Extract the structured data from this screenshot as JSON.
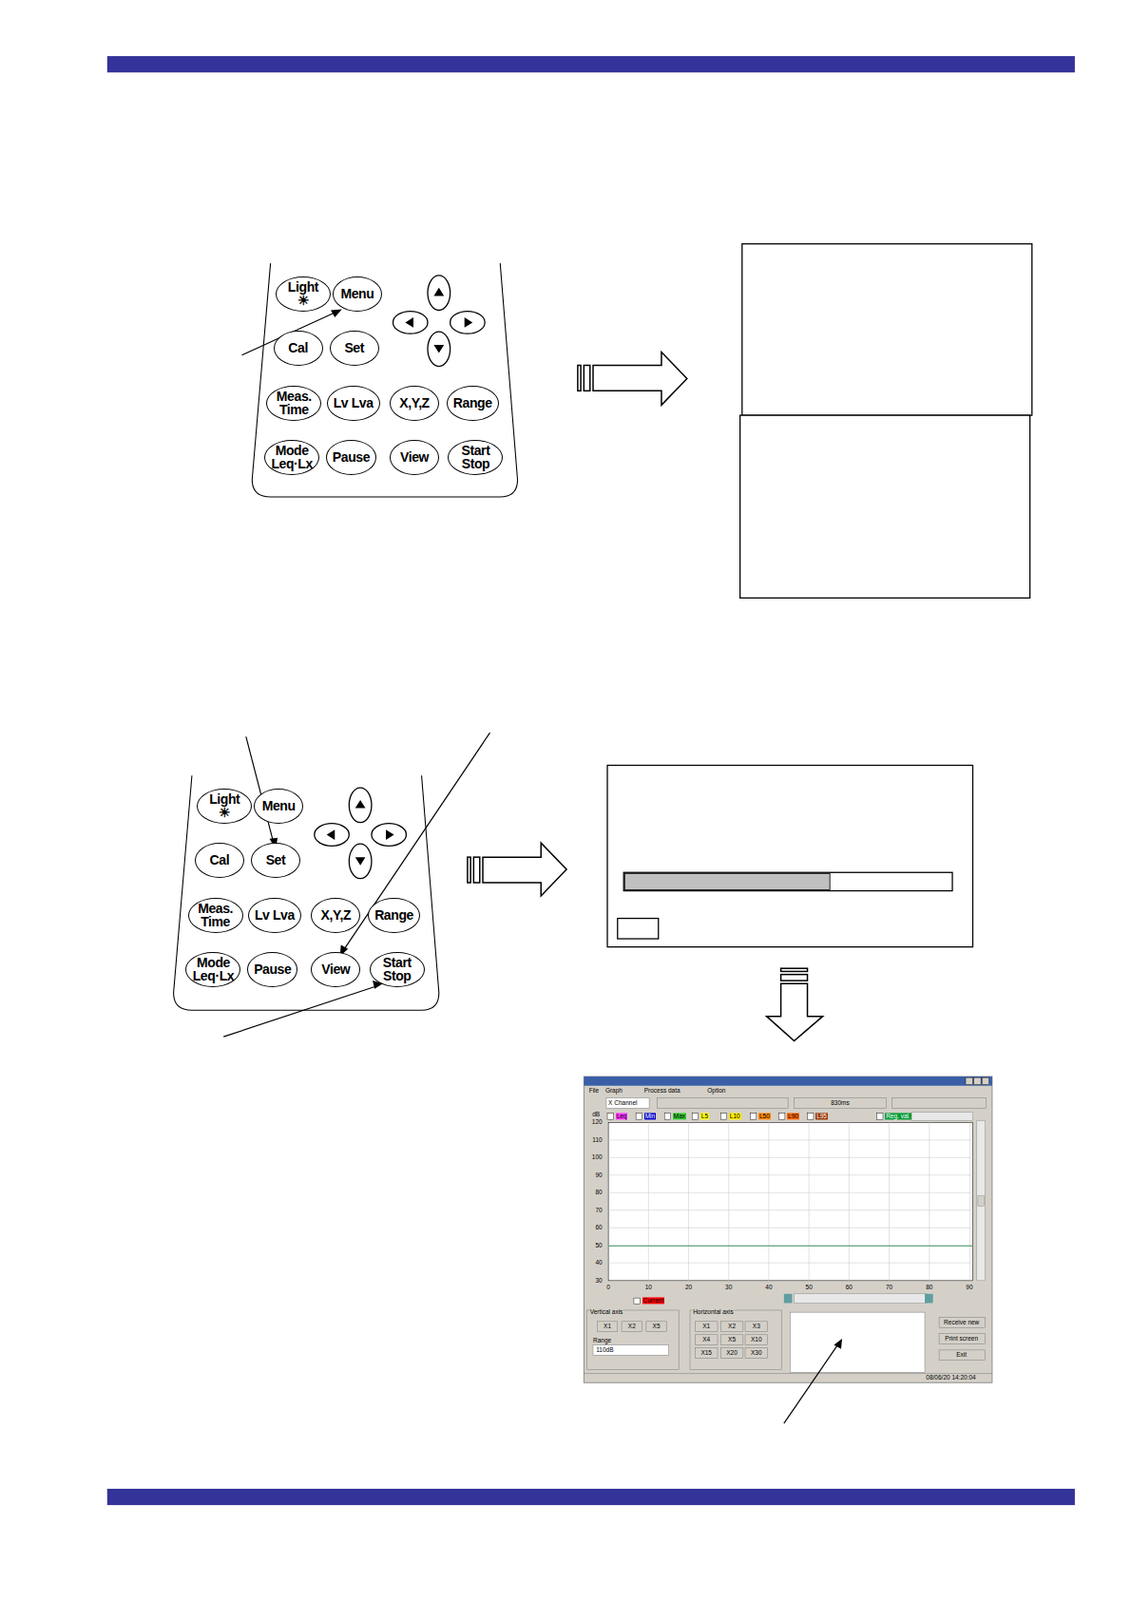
{
  "diagram": {
    "nodes": [
      {
        "text": [
          "Light ☀"
        ]
      },
      {
        "text": [
          "Menu"
        ]
      },
      {
        "text": [
          "Cal"
        ]
      },
      {
        "text": [
          "Set"
        ]
      },
      {
        "text": [
          "Meas. Time"
        ]
      },
      {
        "text": [
          "Lv Lva"
        ]
      },
      {
        "text": [
          "X,Y,Z"
        ]
      },
      {
        "text": [
          "Range"
        ]
      },
      {
        "text": [
          "Mode Leq·Lx"
        ]
      },
      {
        "text": [
          "Pause"
        ]
      },
      {
        "text": [
          "View"
        ]
      },
      {
        "text": [
          "Start Stop"
        ]
      },
      {
        "text": [
          "Light ☀"
        ]
      },
      {
        "text": [
          "Menu"
        ]
      },
      {
        "text": [
          "Cal"
        ]
      },
      {
        "text": [
          "Set"
        ]
      },
      {
        "text": [
          "Meas. Time"
        ]
      },
      {
        "text": [
          "Lv Lva"
        ]
      },
      {
        "text": [
          "X,Y,Z"
        ]
      },
      {
        "text": [
          "Range"
        ]
      },
      {
        "text": [
          "Mode Leq·Lx"
        ]
      },
      {
        "text": [
          "Pause"
        ]
      },
      {
        "text": [
          "View"
        ]
      },
      {
        "text": [
          "Start Stop"
        ]
      }
    ],
    "labels": [
      "File",
      "Graph",
      "Process data",
      "Option",
      "X Channel",
      "830ms",
      "dB",
      "Leq",
      "Min",
      "Max",
      "L5",
      "L10",
      "L50",
      "L90",
      "L95",
      "Reg. val.",
      "120",
      "110",
      "100",
      "90",
      "80",
      "70",
      "60",
      "50",
      "40",
      "30",
      "0",
      "10",
      "20",
      "30",
      "40",
      "50",
      "60",
      "70",
      "80",
      "90",
      "Current",
      "Vertical axis",
      "X1",
      "X2",
      "X5",
      "Range",
      "110dB",
      "Horizontal axis",
      "X1",
      "X2",
      "X3",
      "X4",
      "X5",
      "X10",
      "X15",
      "X20",
      "X30",
      "Receive new",
      "Print screen",
      "Exit",
      "08/06/20 14:20:04"
    ]
  }
}
